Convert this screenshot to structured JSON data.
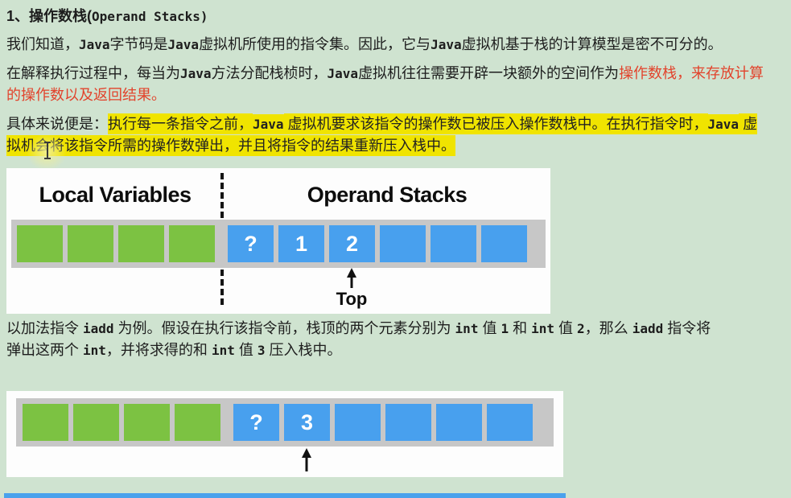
{
  "title": {
    "zh": "1、操作数栈(",
    "en": "Operand Stacks",
    "close": ")"
  },
  "p1": {
    "r1": "我们知道，",
    "c1": "Java",
    "r2": "字节码是",
    "c2": "Java",
    "r3": "虚拟机所使用的指令集。因此，它与",
    "c3": "Java",
    "r4": "虚拟机基于栈的计算模型是密不可分的。"
  },
  "p2": {
    "l1": {
      "r1": "在解释执行过程中，每当为",
      "c1": "Java",
      "r2": "方法分配栈桢时，",
      "c2": "Java",
      "r3": "虚拟机往往需要开辟一块额外的空间作为",
      "red": "操作数栈，来存放计算"
    },
    "l2": {
      "red": "的操作数以及返回结果。"
    }
  },
  "p3": {
    "l1": {
      "lead": "具体来说便是：",
      "h1": "执行每一条指令之前，",
      "c1": "Java",
      "h2": " 虚拟机要求该指令的操作数已被压入操作数栈中。在执行指令时，",
      "c2": "Java",
      "h3": " 虚"
    },
    "l2": {
      "h1": "拟机会将该指令所需的操作数弹出，并且将指令的结果重新压入栈中。"
    }
  },
  "p4": {
    "l1": {
      "r1": "以加法指令 ",
      "c1": "iadd",
      "r2": " 为例。假设在执行该指令前，栈顶的两个元素分别为 ",
      "c2": "int",
      "r3": " 值 ",
      "c3": "1",
      "r4": " 和 ",
      "c4": "int",
      "r5": " 值 ",
      "c5": "2",
      "r6": "，那么 ",
      "c6": "iadd",
      "r7": " 指令将"
    },
    "l2": {
      "r1": "弹出这两个 ",
      "c1": "int",
      "r2": "，并将求得的和 ",
      "c2": "int",
      "r3": " 值 ",
      "c3": "3",
      "r4": " 压入栈中。"
    }
  },
  "diagram1": {
    "left_title": "Local Variables",
    "right_title": "Operand Stacks",
    "cells": [
      "",
      "",
      "",
      "",
      "?",
      "1",
      "2",
      "",
      "",
      ""
    ],
    "top_label": "Top"
  },
  "diagram2": {
    "cells": [
      "",
      "",
      "",
      "",
      "?",
      "3",
      "",
      "",
      "",
      ""
    ]
  },
  "colors": {
    "background": "#cfe3d0",
    "highlight_yellow": "#f0e400",
    "red_text": "#e2432c",
    "cell_green": "#7cc242",
    "cell_blue": "#48a0ee",
    "bar_gray": "#c7c7c7",
    "card_white": "#fdfdfd",
    "bottom_bar_blue": "#4aa1ec"
  }
}
